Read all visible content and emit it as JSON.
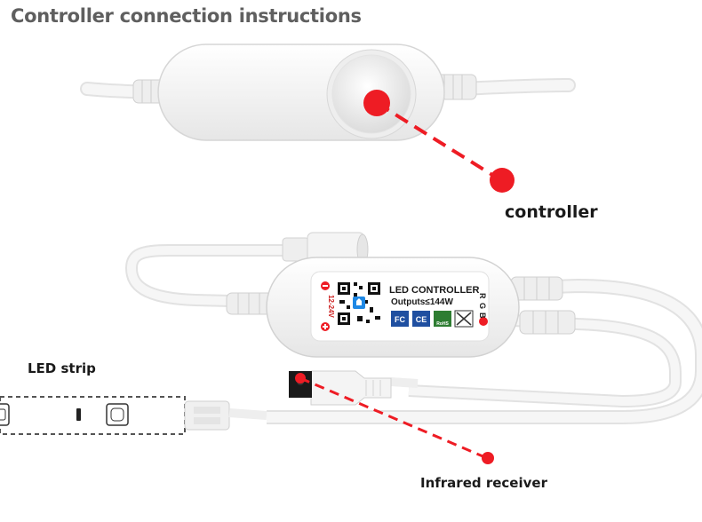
{
  "title": "Controller connection instructions",
  "callouts": {
    "controller": "controller",
    "led_strip": "LED strip",
    "infrared_receiver": "Infrared receiver"
  },
  "device_label": {
    "name": "LED CONTROLLER",
    "output": "Outputs≤144W",
    "voltage": "12-24V",
    "channels": [
      "R",
      "G",
      "B"
    ],
    "cert_marks": [
      "FC",
      "CE",
      "RoHS"
    ]
  },
  "colors": {
    "title": "#5f5f5f",
    "marker": "#ee1c24",
    "cable": "#f4f4f4",
    "outline": "#d4d4d4"
  },
  "icons": {
    "button": "push-button-icon",
    "qr": "qr-code-icon",
    "weee": "crossed-bin-icon"
  }
}
